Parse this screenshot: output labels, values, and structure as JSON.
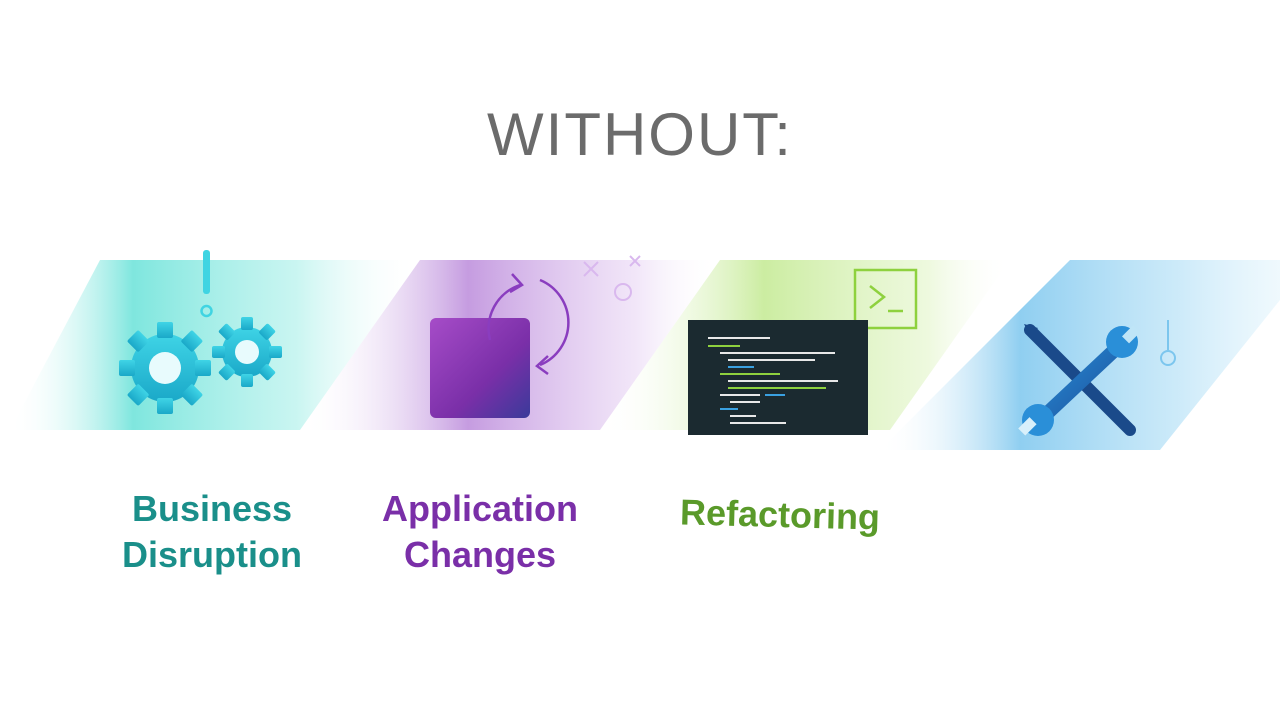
{
  "slide": {
    "heading": "WITHOUT:"
  },
  "items": [
    {
      "lines": [
        "Business",
        "Disruption"
      ],
      "color": "#1a8f8a",
      "icon": "gears-icon"
    },
    {
      "lines": [
        "Application",
        "Changes"
      ],
      "color": "#7a2fa8",
      "icon": "cycle-square-icon"
    },
    {
      "lines": [
        "Refactoring"
      ],
      "color": "#5a9a2a",
      "icon": "code-terminal-icon"
    },
    {
      "lines": [],
      "color": "#1f84c8",
      "icon": "wrench-pencil-icon"
    }
  ]
}
